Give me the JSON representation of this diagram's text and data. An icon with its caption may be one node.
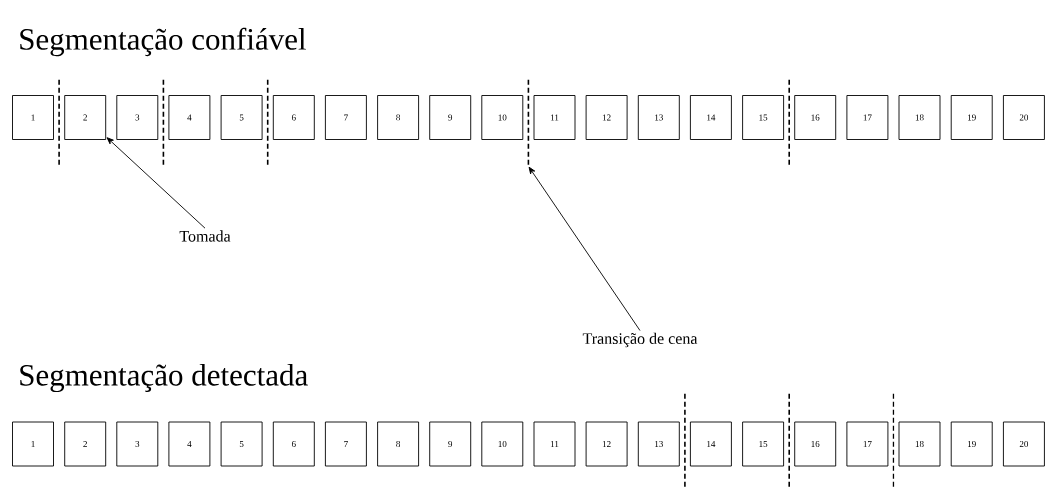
{
  "diagram": {
    "nodes": [
      {
        "text": [
          "1"
        ]
      },
      {
        "text": [
          "2"
        ]
      },
      {
        "text": [
          "3"
        ]
      },
      {
        "text": [
          "4"
        ]
      },
      {
        "text": [
          "5"
        ]
      },
      {
        "text": [
          "6"
        ]
      },
      {
        "text": [
          "7"
        ]
      },
      {
        "text": [
          "8"
        ]
      },
      {
        "text": [
          "9"
        ]
      },
      {
        "text": [
          "10"
        ]
      },
      {
        "text": [
          "11"
        ]
      },
      {
        "text": [
          "12"
        ]
      },
      {
        "text": [
          "13"
        ]
      },
      {
        "text": [
          "14"
        ]
      },
      {
        "text": [
          "15"
        ]
      },
      {
        "text": [
          "16"
        ]
      },
      {
        "text": [
          "17"
        ]
      },
      {
        "text": [
          "18"
        ]
      },
      {
        "text": [
          "19"
        ]
      },
      {
        "text": [
          "20"
        ]
      },
      {
        "text": [],
        "shape": "line"
      },
      {
        "text": [],
        "shape": "line"
      },
      {
        "text": [],
        "shape": "line"
      },
      {
        "text": [],
        "shape": "line"
      },
      {
        "text": [],
        "shape": "line"
      },
      {
        "text": [
          "Tomada"
        ]
      },
      {
        "text": [
          "Transição de cena"
        ]
      },
      {
        "text": [
          "1"
        ]
      },
      {
        "text": [
          "2"
        ]
      },
      {
        "text": [
          "3"
        ]
      },
      {
        "text": [
          "4"
        ]
      },
      {
        "text": [
          "5"
        ]
      },
      {
        "text": [
          "6"
        ]
      },
      {
        "text": [
          "7"
        ]
      },
      {
        "text": [
          "8"
        ]
      },
      {
        "text": [
          "9"
        ]
      },
      {
        "text": [
          "10"
        ]
      },
      {
        "text": [
          "11"
        ]
      },
      {
        "text": [
          "12"
        ]
      },
      {
        "text": [
          "13"
        ]
      },
      {
        "text": [
          "14"
        ]
      },
      {
        "text": [
          "15"
        ]
      },
      {
        "text": [
          "16"
        ]
      },
      {
        "text": [
          "17"
        ]
      },
      {
        "text": [
          "18"
        ]
      },
      {
        "text": [
          "19"
        ]
      },
      {
        "text": [
          "20"
        ]
      },
      {
        "text": [],
        "shape": "line"
      },
      {
        "text": [],
        "shape": "line"
      },
      {
        "text": [],
        "shape": "line"
      }
    ],
    "edges": [
      {
        "from": 25,
        "to": 1,
        "arrow": "to"
      },
      {
        "from": 26,
        "to": 23,
        "arrow": "to"
      }
    ],
    "labels": [
      "Segmentação confiável",
      "Segmentação detectada"
    ]
  }
}
